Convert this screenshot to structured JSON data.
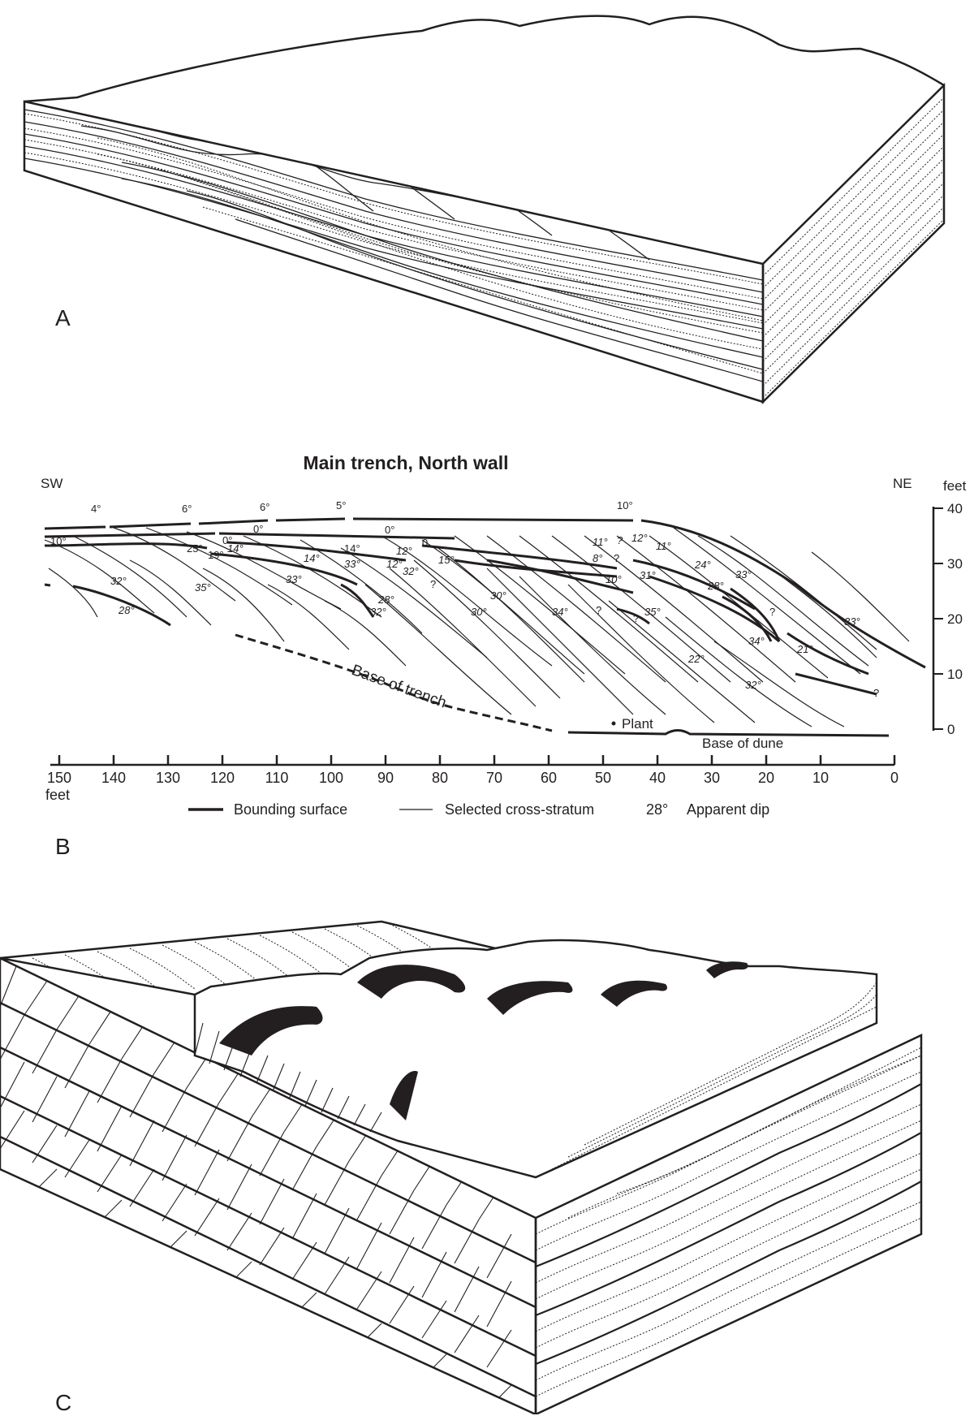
{
  "panels": {
    "a": {
      "letter": "A"
    },
    "b": {
      "letter": "B"
    },
    "c": {
      "letter": "C"
    }
  },
  "section": {
    "title": "Main trench, North wall",
    "left_dir": "SW",
    "right_dir": "NE",
    "vertical_unit": "feet",
    "horizontal_unit": "feet",
    "vertical_ticks": [
      "40",
      "30",
      "20",
      "10",
      "0"
    ],
    "horizontal_ticks": [
      "150",
      "140",
      "130",
      "120",
      "110",
      "100",
      "90",
      "80",
      "70",
      "60",
      "50",
      "40",
      "30",
      "20",
      "10",
      "0"
    ],
    "base_of_trench": "Base of trench",
    "base_of_dune": "Base of dune",
    "plant": "Plant",
    "legend": {
      "bounding": "Bounding surface",
      "cross": "Selected cross-stratum",
      "dip_example": "28°",
      "dip": "Apparent dip"
    },
    "dips": [
      {
        "t": "4°"
      },
      {
        "t": "6°"
      },
      {
        "t": "6°"
      },
      {
        "t": "5°"
      },
      {
        "t": "10°"
      },
      {
        "t": "10°"
      },
      {
        "t": "0°"
      },
      {
        "t": "0°"
      },
      {
        "t": "0°"
      },
      {
        "t": "25°"
      },
      {
        "t": "19°"
      },
      {
        "t": "14°"
      },
      {
        "t": "14°"
      },
      {
        "t": "33°"
      },
      {
        "t": "12°"
      },
      {
        "t": "0"
      },
      {
        "t": "12°"
      },
      {
        "t": "32°"
      },
      {
        "t": "15°"
      },
      {
        "t": "11°"
      },
      {
        "t": "?"
      },
      {
        "t": "12°"
      },
      {
        "t": "11°"
      },
      {
        "t": "8°"
      },
      {
        "t": "?"
      },
      {
        "t": "24°"
      },
      {
        "t": "33°"
      },
      {
        "t": "31°"
      },
      {
        "t": "10°"
      },
      {
        "t": "28°"
      },
      {
        "t": "14°"
      },
      {
        "t": "32°"
      },
      {
        "t": "35°"
      },
      {
        "t": "33°"
      },
      {
        "t": "28°"
      },
      {
        "t": "32°"
      },
      {
        "t": "?"
      },
      {
        "t": "30°"
      },
      {
        "t": "30°"
      },
      {
        "t": "34°"
      },
      {
        "t": "?"
      },
      {
        "t": "?"
      },
      {
        "t": "35°"
      },
      {
        "t": "?"
      },
      {
        "t": "34°"
      },
      {
        "t": "21°"
      },
      {
        "t": "33°"
      },
      {
        "t": "22°"
      },
      {
        "t": "32°"
      },
      {
        "t": "?"
      },
      {
        "t": "28°"
      }
    ]
  }
}
